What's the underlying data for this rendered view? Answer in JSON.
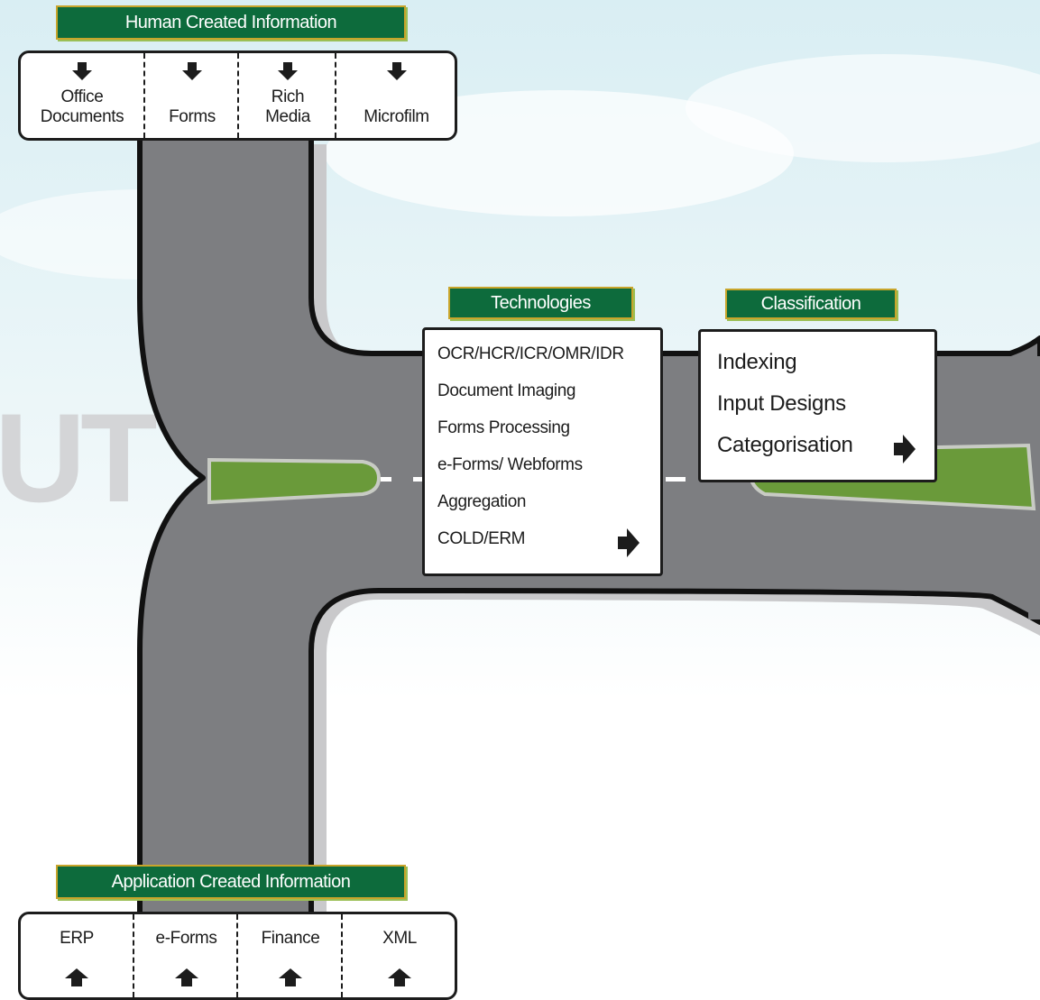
{
  "watermark": "UT",
  "human": {
    "title": "Human Created Information",
    "items": [
      {
        "line1": "Office",
        "line2": "Documents"
      },
      {
        "line1": "",
        "line2": "Forms"
      },
      {
        "line1": "Rich",
        "line2": "Media"
      },
      {
        "line1": "",
        "line2": "Microfilm"
      }
    ]
  },
  "technologies": {
    "title": "Technologies",
    "items": [
      "OCR/HCR/ICR/OMR/IDR",
      "Document Imaging",
      "Forms Processing",
      "e-Forms/ Webforms",
      "Aggregation",
      "COLD/ERM"
    ]
  },
  "classification": {
    "title": "Classification",
    "items": [
      "Indexing",
      "Input Designs",
      "Categorisation"
    ]
  },
  "application": {
    "title": "Application Created Information",
    "items": [
      "ERP",
      "e-Forms",
      "Finance",
      "XML"
    ]
  },
  "colors": {
    "label_bg": "#0d6b3c",
    "label_border": "#c8a52b",
    "road": "#7d7e81",
    "median": "#6a9a3a"
  }
}
